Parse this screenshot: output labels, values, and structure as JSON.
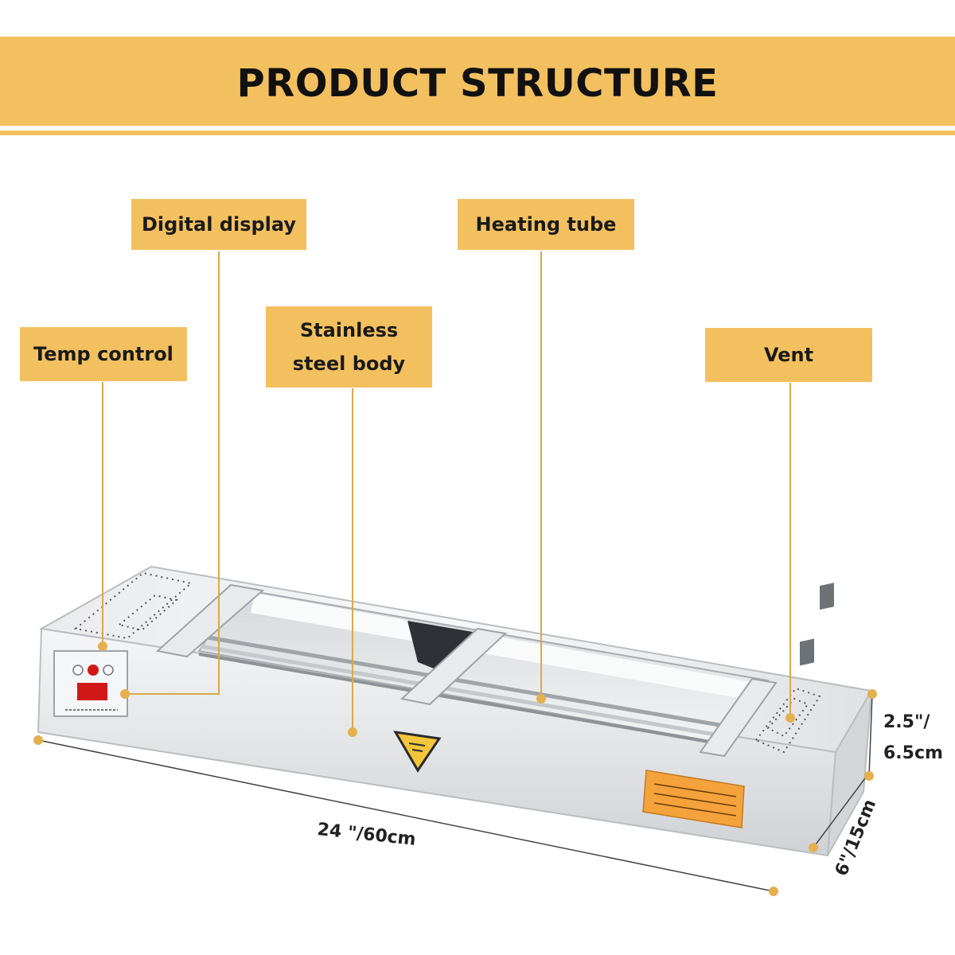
{
  "header": {
    "title": "PRODUCT STRUCTURE"
  },
  "callouts": {
    "digital_display": "Digital display",
    "heating_tube": "Heating tube",
    "temp_control": "Temp control",
    "stainless_line1": "Stainless",
    "stainless_line2": "steel body",
    "vent": "Vent"
  },
  "dimensions": {
    "length": "24 \"/60cm",
    "height_line1": "2.5\"/",
    "height_line2": "6.5cm",
    "depth": "6\"/15cm"
  },
  "colors": {
    "accent": "#f3c060",
    "leader_line": "#d9a94a",
    "steel": "#e6e8ea",
    "steel_dark": "#b9bdc1",
    "display_red": "#d01818"
  },
  "icons": {
    "warning": "hot-surface-warning-icon"
  }
}
